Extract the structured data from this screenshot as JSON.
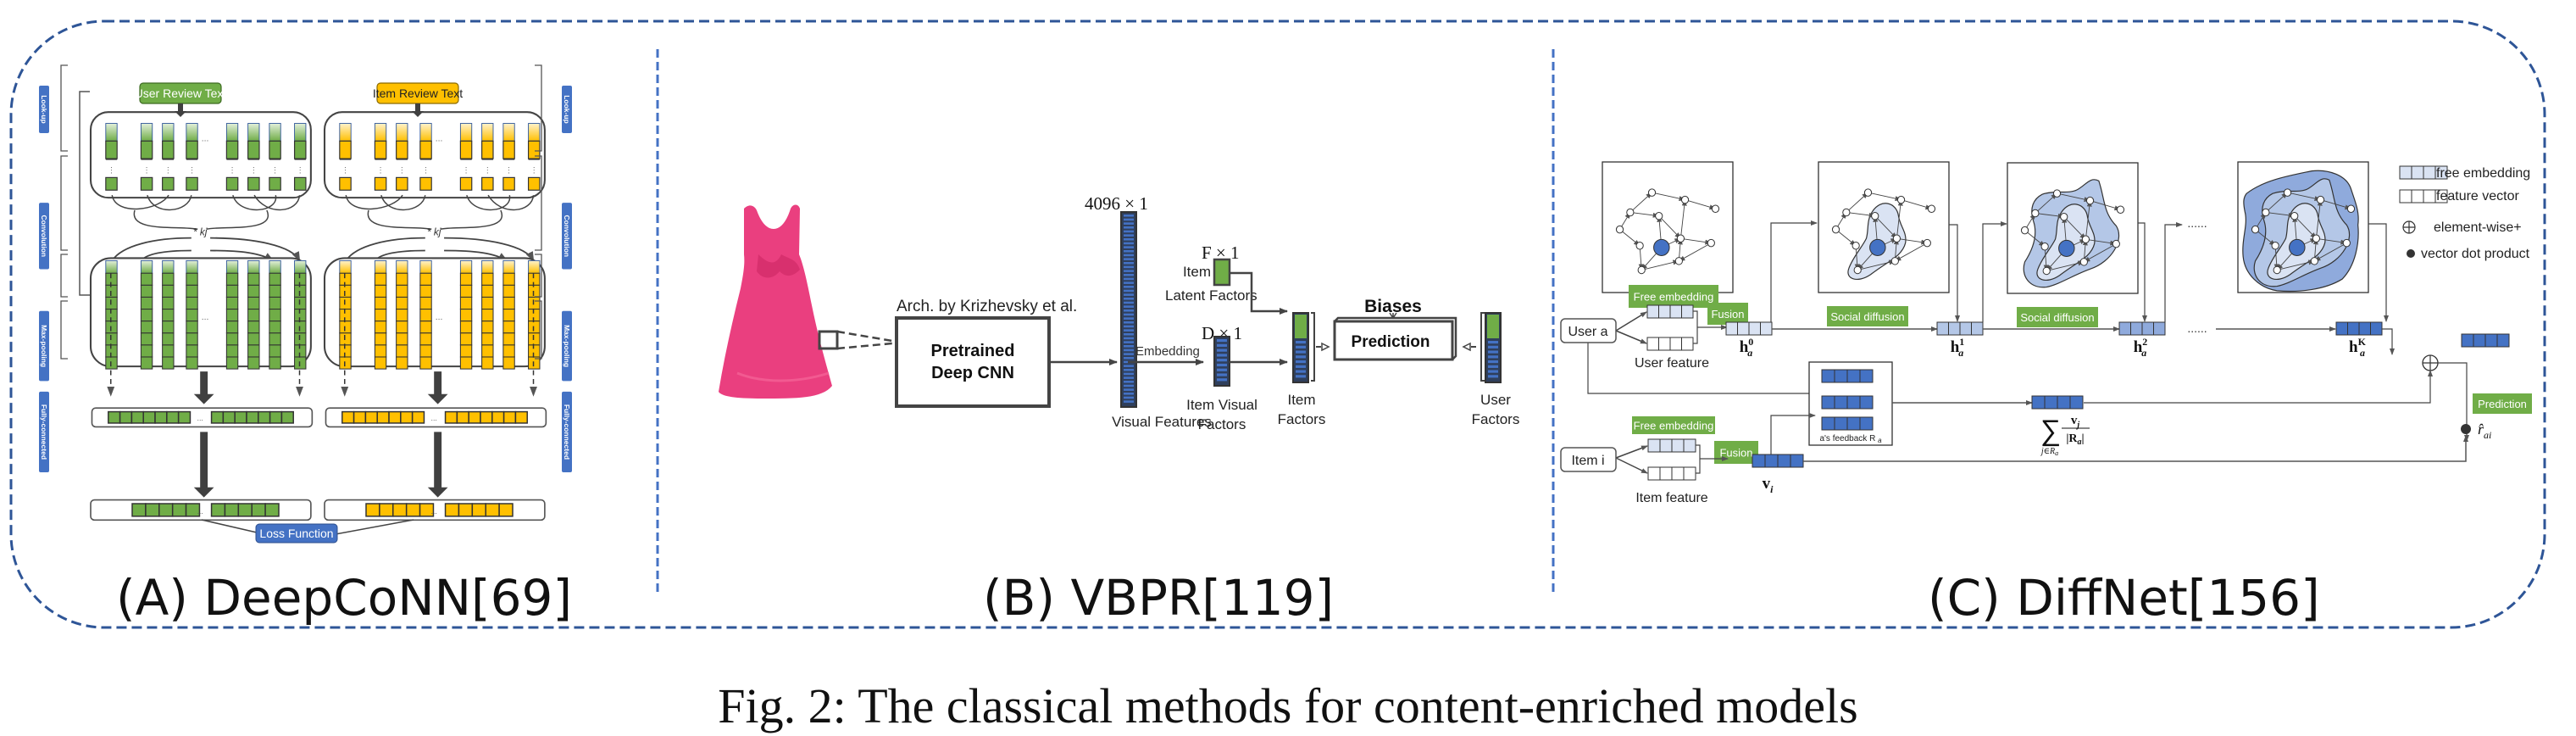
{
  "figure": {
    "caption": "Fig. 2: The classical methods for content-enriched models",
    "colors": {
      "border_dash": "#2e5597",
      "green": "#70ad47",
      "yellow": "#ffc000",
      "blue": "#4472c4",
      "pink": "#e83a7a",
      "light_blue_1": "#dae3f3",
      "light_blue_2": "#b4c7e7",
      "light_blue_3": "#8faadc"
    }
  },
  "panel_a": {
    "title": "(A) DeepCoNN[69]",
    "user_input": "User Review Text",
    "item_input": "Item Review Text",
    "stages": [
      "Look-up",
      "Convolution",
      "Max-pooling",
      "Fully-connected"
    ],
    "kernel_label": "* kj",
    "ellipsis": "...",
    "output": "Loss Function"
  },
  "panel_b": {
    "title": "(B) VBPR[119]",
    "arch_label": "Arch. by Krizhevsky et al.",
    "cnn_label_line1": "Pretrained",
    "cnn_label_line2": "Deep CNN",
    "visual_dim": "4096 × 1",
    "visual_features": "Visual Features",
    "embedding": "Embedding",
    "f_dim": "F × 1",
    "d_dim": "D × 1",
    "item_latent_line1": "Item",
    "item_latent_line2": "Latent Factors",
    "item_visual_line1": "Item Visual",
    "item_visual_line2": "Factors",
    "item_factors_line1": "Item",
    "item_factors_line2": "Factors",
    "biases": "Biases",
    "prediction": "Prediction",
    "user_factors_line1": "User",
    "user_factors_line2": "Factors"
  },
  "panel_c": {
    "title": "(C) DiffNet[156]",
    "user_node": "User a",
    "item_node": "Item i",
    "free_embedding": "Free embedding",
    "fusion": "Fusion",
    "user_feature": "User feature",
    "item_feature": "Item feature",
    "social_diffusion": "Social diffusion",
    "h0": "h",
    "h0_sup": "0",
    "h1_sup": "1",
    "h2_sup": "2",
    "hk_sup": "K",
    "h_sub": "a",
    "dots": "......",
    "feedback": "a's feedback R",
    "feedback_sub": "a",
    "v_i": "v",
    "v_i_sub": "i",
    "sum_expr_num": "v",
    "sum_expr_num_sub": "j",
    "sum_expr_den": "|R",
    "sum_expr_den_sub": "a",
    "sum_expr_den_end": "|",
    "sum_index": "j∈R",
    "sum_index_sub": "a",
    "prediction": "Prediction",
    "r_hat": "r̂",
    "r_hat_sub": "ai",
    "legend": [
      {
        "label": "free embedding",
        "symbol": "light-vector"
      },
      {
        "label": "feature vector",
        "symbol": "empty-vector"
      },
      {
        "label": "element-wise+",
        "symbol": "circle-plus"
      },
      {
        "label": "vector dot product",
        "symbol": "dot"
      }
    ]
  }
}
